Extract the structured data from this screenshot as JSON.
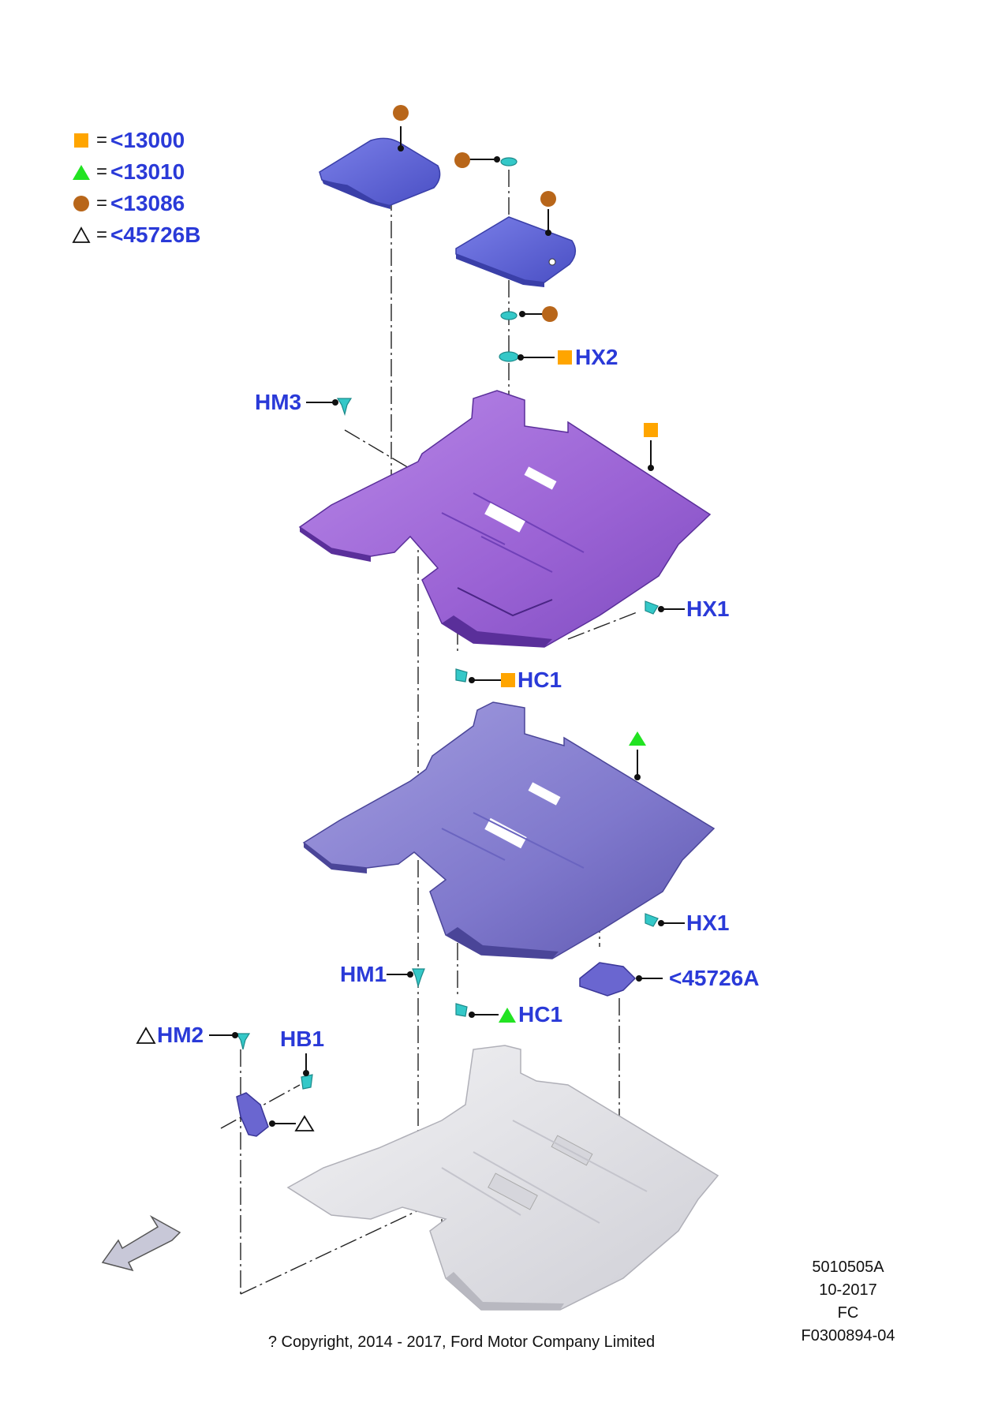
{
  "legend": [
    {
      "symbol": "square",
      "color": "#ffa500",
      "eq": "=",
      "code": "<13000"
    },
    {
      "symbol": "triangle",
      "color": "#22e322",
      "eq": "=",
      "code": "<13010"
    },
    {
      "symbol": "circle",
      "color": "#b8661a",
      "eq": "=",
      "code": "<13086"
    },
    {
      "symbol": "triangle-outline",
      "color": "#111111",
      "eq": "=",
      "code": "<45726B"
    }
  ],
  "callouts": {
    "hx2": "HX2",
    "hm3": "HM3",
    "hx1_upper": "HX1",
    "hc1_upper": "HC1",
    "hx1_lower": "HX1",
    "part_45726a": "<45726A",
    "hm1": "HM1",
    "hc1_lower": "HC1",
    "hm2": "HM2",
    "hb1": "HB1"
  },
  "meta": {
    "illustration_id": "5010505A",
    "date": "10-2017",
    "code": "FC",
    "reference": "F0300894-04"
  },
  "copyright": "? Copyright, 2014 - 2017, Ford Motor Company Limited",
  "colors": {
    "callout_text": "#2a3ad8",
    "square_marker": "#ffa500",
    "triangle_marker": "#22e322",
    "circle_marker": "#b8661a",
    "clip": "#34c8c8",
    "mat_blue": "#5a5fd6",
    "carpet_purple": "#9c68d8",
    "insulator": "#7f78cc",
    "floor_pan": "#e4e4e8"
  },
  "icons": [
    "front-direction-arrow-icon",
    "clip-fastener-icon",
    "circle-marker-icon",
    "square-marker-icon",
    "triangle-marker-icon"
  ]
}
